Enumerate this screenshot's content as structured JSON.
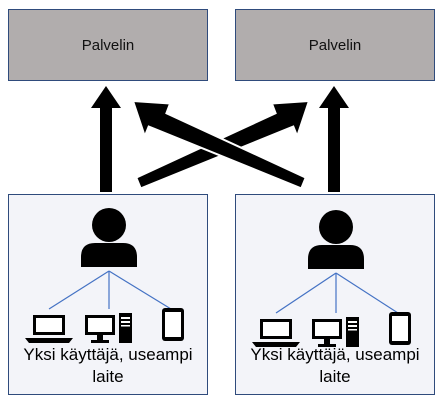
{
  "servers": {
    "left": {
      "label": "Palvelin"
    },
    "right": {
      "label": "Palvelin"
    }
  },
  "groups": {
    "left": {
      "caption_line1": "Yksi käyttäjä, useampi",
      "caption_line2": "laite",
      "icons": [
        "user-icon",
        "laptop-icon",
        "desktop-computer-icon",
        "tablet-icon"
      ]
    },
    "right": {
      "caption_line1": "Yksi käyttäjä, useampi",
      "caption_line2": "laite",
      "icons": [
        "user-icon",
        "laptop-icon",
        "desktop-computer-icon",
        "tablet-icon"
      ]
    }
  },
  "colors": {
    "server_fill": "#b1adad",
    "group_fill": "#f3f4f9",
    "border": "#2f4b7c",
    "connector": "#4472c4",
    "arrow": "#000000"
  }
}
